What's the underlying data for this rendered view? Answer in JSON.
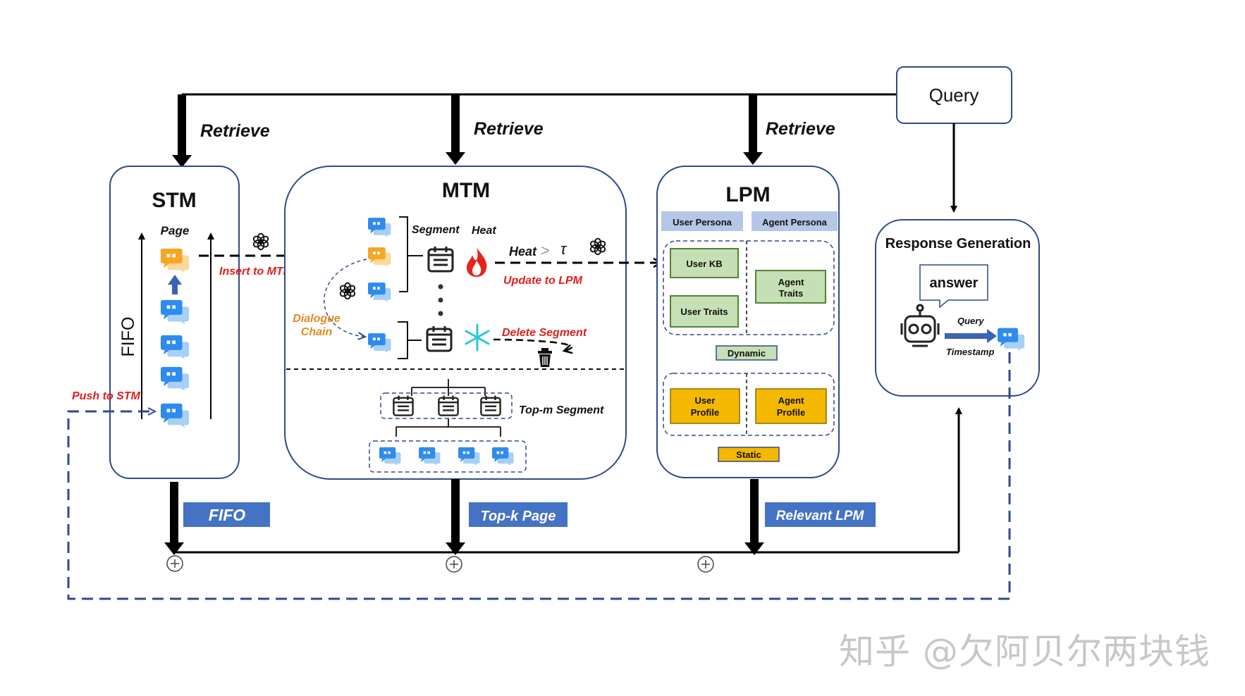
{
  "query": {
    "label": "Query"
  },
  "retrieve_labels": [
    "Retrieve",
    "Retrieve",
    "Retrieve"
  ],
  "stm": {
    "title": "STM",
    "page_label": "Page",
    "fifo_side": "FIFO",
    "push_label": "Push to STM",
    "insert_label": "Insert to MTM",
    "output_label": "FIFO"
  },
  "mtm": {
    "title": "MTM",
    "segment_label": "Segment",
    "heat_label": "Heat",
    "heat_condition": "Heat",
    "tau": "τ",
    "dialogue_chain": [
      "Dialogue",
      "Chain"
    ],
    "update_label": "Update to LPM",
    "delete_label": "Delete Segment",
    "top_m_label": "Top-m Segment",
    "output_label": "Top-k Page"
  },
  "lpm": {
    "title": "LPM",
    "user_persona": "User Persona",
    "agent_persona": "Agent Persona",
    "user_kb": "User KB",
    "user_traits": "User Traits",
    "agent_traits": [
      "Agent",
      "Traits"
    ],
    "dynamic": "Dynamic",
    "user_profile": [
      "User",
      "Profile"
    ],
    "agent_profile": [
      "Agent",
      "Profile"
    ],
    "static": "Static",
    "output_label": "Relevant LPM"
  },
  "response": {
    "title": "Response Generation",
    "answer": "answer",
    "query_label": "Query",
    "timestamp_label": "Timestamp"
  },
  "watermark": "知乎 @欠阿贝尔两块钱",
  "colors": {
    "box_border": "#2f4a8a",
    "blue_label_bg": "#4472c4",
    "red_text": "#e01e1e",
    "orange_text": "#e08a1e",
    "persona_bg": "#b4c7e7",
    "green_bg": "#c5e0b4",
    "green_border": "#548235",
    "gold_bg": "#f5b800",
    "chat_blue": "#2e8bef",
    "chat_orange": "#f5a623"
  }
}
